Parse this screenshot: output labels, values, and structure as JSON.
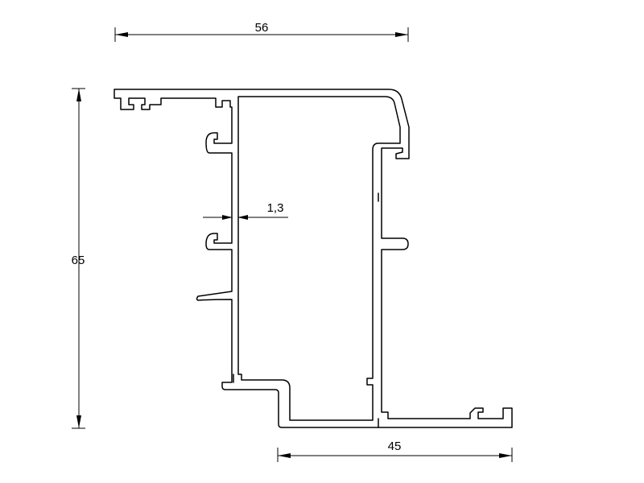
{
  "drawing": {
    "dimensions": {
      "top_width": "56",
      "left_height": "65",
      "wall_thickness": "1,3",
      "bottom_width": "45"
    },
    "colors": {
      "background": "#ffffff",
      "line": "#000000"
    }
  }
}
